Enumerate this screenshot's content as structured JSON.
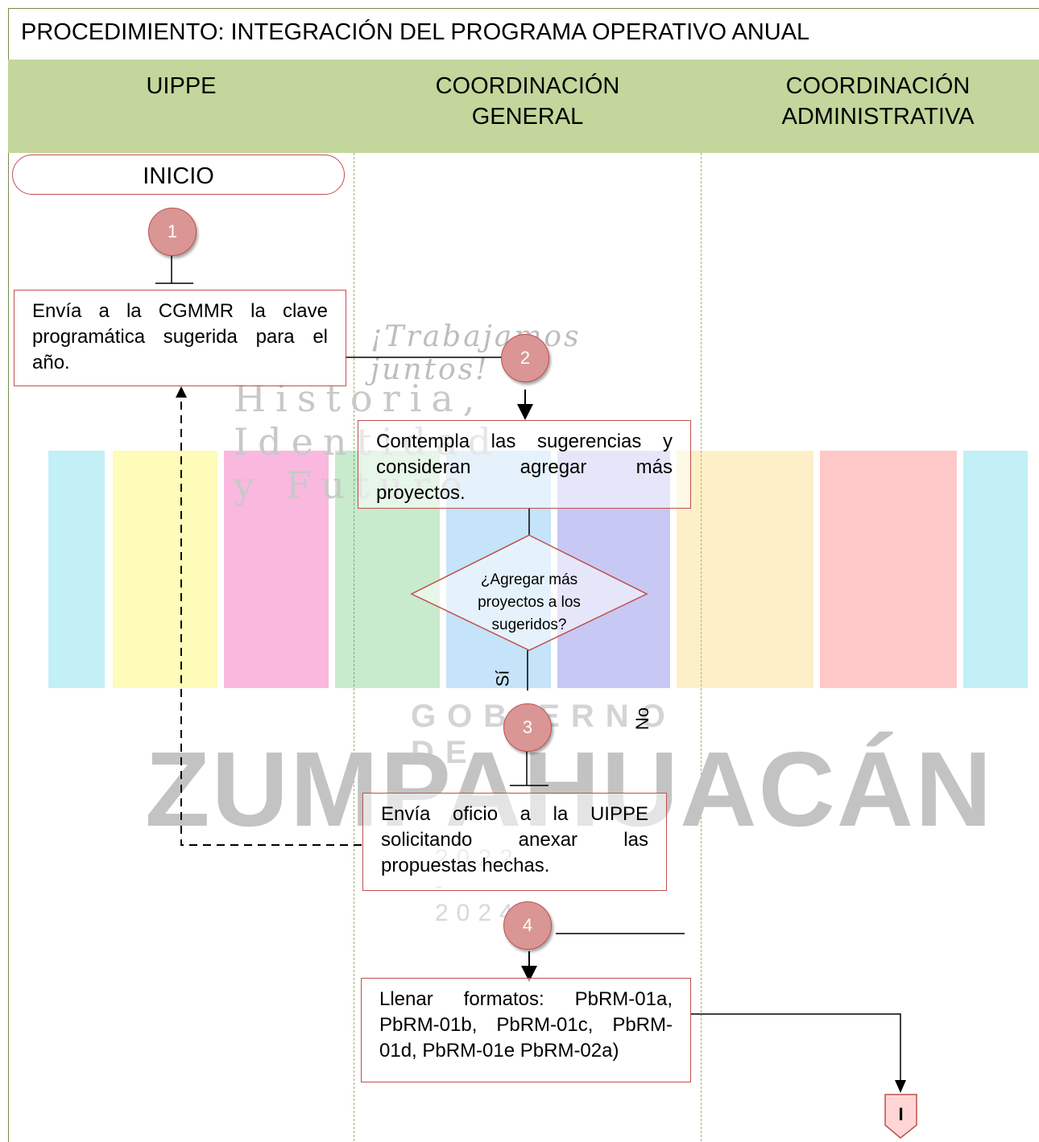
{
  "title": "PROCEDIMIENTO: INTEGRACIÓN DEL PROGRAMA OPERATIVO ANUAL",
  "lanes": [
    "UIPPE",
    "COORDINACIÓN GENERAL",
    "COORDINACIÓN ADMINISTRATIVA"
  ],
  "start_label": "INICIO",
  "steps": [
    {
      "number": "1",
      "text": "Envía a la CGMMR la clave programática sugerida para el año."
    },
    {
      "number": "2",
      "text": "Contempla las sugerencias y consideran agregar más proyectos."
    },
    {
      "number": "3",
      "text": "Envía oficio a la UIPPE solicitando anexar las propuestas hechas."
    },
    {
      "number": "4",
      "text": "Llenar formatos: PbRM-01a, PbRM-01b, PbRM-01c, PbRM-01d, PbRM-01e PbRM-02a)"
    }
  ],
  "decision": {
    "text": "¿Agregar más proyectos a los sugeridos?",
    "yes_label": "Sí",
    "no_label": "No"
  },
  "connector_label": "I",
  "watermark": {
    "slogan": "¡Trabajamos juntos!",
    "subtitle": "Historia, Identidad y Futuro",
    "gov_label": "GOBIERNO DE",
    "municipality": "ZUMPAHUACÁN",
    "years": "2022 - 2024"
  },
  "colors": {
    "header_bg": "#c3d69b",
    "box_border": "#c0504d",
    "circle_fill": "#d99694"
  }
}
